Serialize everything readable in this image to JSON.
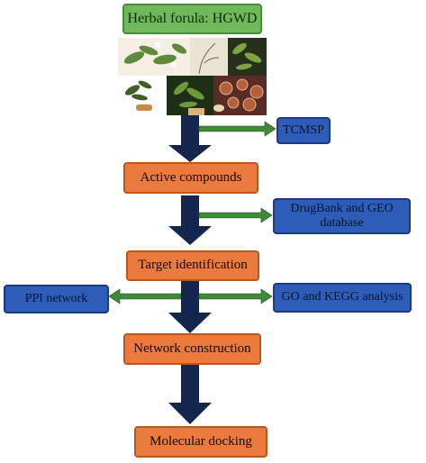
{
  "colors": {
    "title_box": "#6fb95a",
    "step_box": "#ea7a3e",
    "side_box": "#2d5db8",
    "main_arrow": "#14264e",
    "side_arrow": "#3e8a36"
  },
  "title": "Herbal forula: HGWD",
  "steps": {
    "active": "Active compounds",
    "target": "Target identification",
    "network": "Network construction",
    "docking": "Molecular docking"
  },
  "side": {
    "tcmsp": "TCMSP",
    "drugbank": "DrugBank and GEO database",
    "ppi": "PPI network",
    "go_kegg": "GO and KEGG analysis"
  }
}
